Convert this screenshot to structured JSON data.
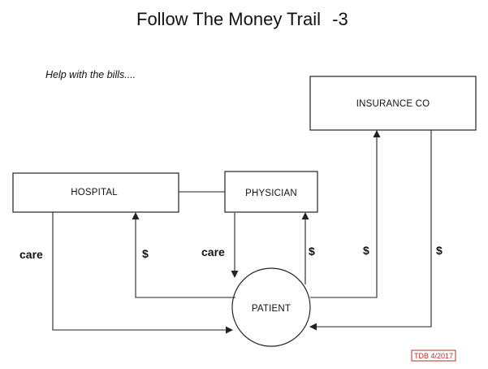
{
  "title": "Follow The Money Trail",
  "title_suffix": "-3",
  "subtitle": "Help with the bills....",
  "nodes": {
    "hospital": "HOSPITAL",
    "physician": "PHYSICIAN",
    "insurance": "INSURANCE CO",
    "patient": "PATIENT"
  },
  "edge_labels": {
    "hospital_care": "care",
    "hospital_payment": "$",
    "physician_care": "care",
    "physician_payment": "$",
    "insurance_payment": "$",
    "insurance_to_patient": "$"
  },
  "stamp": "TDB 4/2017"
}
